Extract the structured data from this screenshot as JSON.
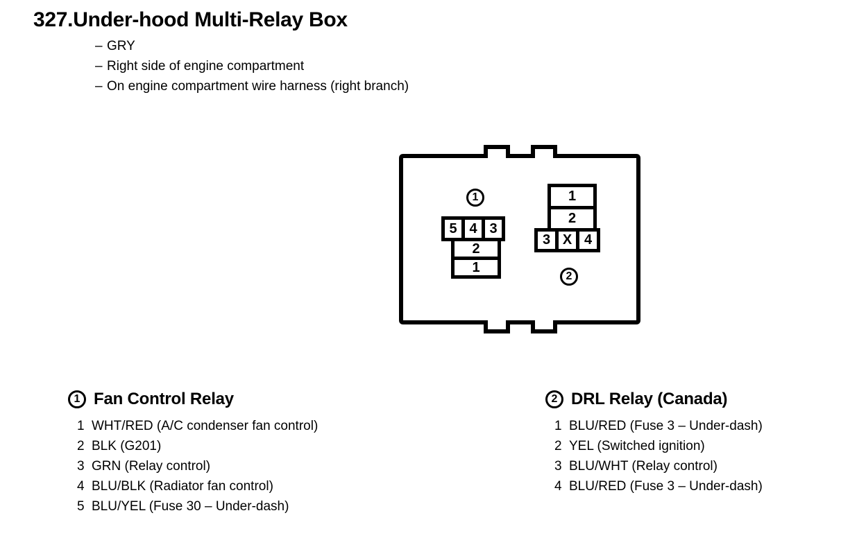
{
  "header": {
    "number": "327.",
    "title": "Under-hood Multi-Relay Box",
    "dash": "–",
    "notes": [
      "GRY",
      "Right side of engine compartment",
      "On engine compartment wire harness (right branch)"
    ]
  },
  "diagram": {
    "callouts": [
      {
        "id": "1",
        "label": "1"
      },
      {
        "id": "2",
        "label": "2"
      }
    ],
    "connector_1": {
      "callout": "1",
      "top_row": [
        "5",
        "4",
        "3"
      ],
      "stack": [
        "2",
        "1"
      ]
    },
    "connector_2": {
      "callout": "2",
      "stack": [
        "1",
        "2"
      ],
      "bottom_row": [
        "3",
        "X",
        "4"
      ]
    }
  },
  "legends": [
    {
      "badge": "1",
      "title": "Fan Control Relay",
      "items": [
        {
          "num": "1",
          "text": "WHT/RED (A/C condenser fan control)"
        },
        {
          "num": "2",
          "text": "BLK (G201)"
        },
        {
          "num": "3",
          "text": "GRN (Relay control)"
        },
        {
          "num": "4",
          "text": "BLU/BLK (Radiator fan control)"
        },
        {
          "num": "5",
          "text": "BLU/YEL (Fuse 30 – Under-dash)"
        }
      ]
    },
    {
      "badge": "2",
      "title": "DRL Relay (Canada)",
      "items": [
        {
          "num": "1",
          "text": "BLU/RED (Fuse 3 – Under-dash)"
        },
        {
          "num": "2",
          "text": "YEL (Switched ignition)"
        },
        {
          "num": "3",
          "text": "BLU/WHT (Relay control)"
        },
        {
          "num": "4",
          "text": "BLU/RED (Fuse 3 – Under-dash)"
        }
      ]
    }
  ],
  "colors": {
    "ink": "#000000",
    "paper": "#ffffff"
  }
}
